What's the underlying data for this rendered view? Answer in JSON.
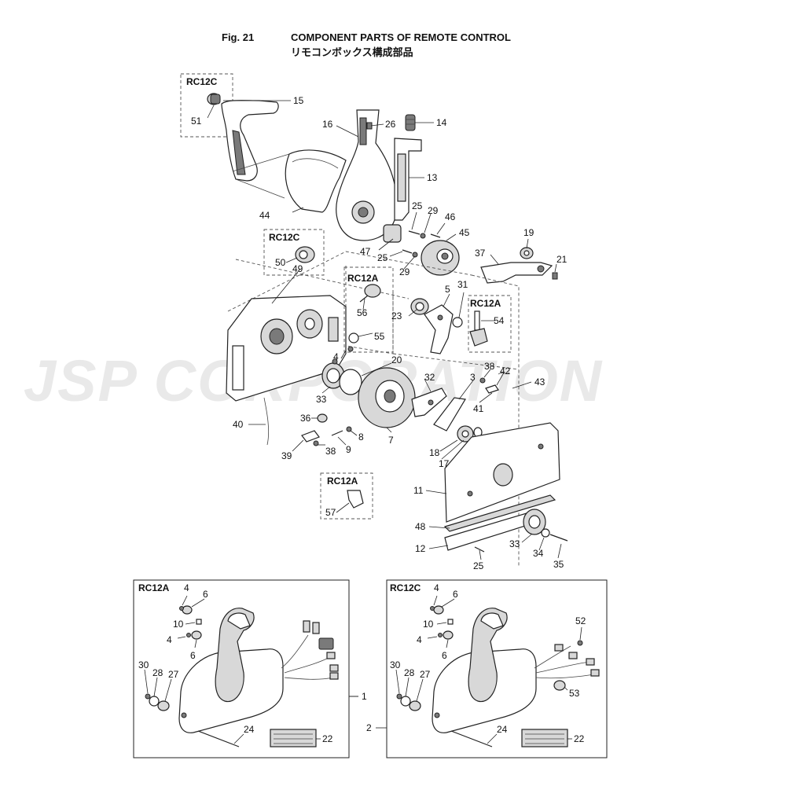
{
  "header": {
    "fig": "Fig. 21",
    "title_en": "COMPONENT PARTS OF REMOTE CONTROL",
    "title_jp": "リモコンボックス構成部品"
  },
  "watermark": "JSP CORPORATION",
  "variants": {
    "rc12c": "RC12C",
    "rc12a": "RC12A"
  },
  "parts": {
    "p1": "1",
    "p2": "2",
    "p3": "3",
    "p4": "4",
    "p5": "5",
    "p6": "6",
    "p7": "7",
    "p8": "8",
    "p9": "9",
    "p10": "10",
    "p11": "11",
    "p12": "12",
    "p13": "13",
    "p14": "14",
    "p15": "15",
    "p16": "16",
    "p17": "17",
    "p18": "18",
    "p19": "19",
    "p20": "20",
    "p21": "21",
    "p22": "22",
    "p23": "23",
    "p24": "24",
    "p25": "25",
    "p26": "26",
    "p27": "27",
    "p28": "28",
    "p29": "29",
    "p30": "30",
    "p31": "31",
    "p32": "32",
    "p33": "33",
    "p34": "34",
    "p35": "35",
    "p36": "36",
    "p37": "37",
    "p38": "38",
    "p39": "39",
    "p40": "40",
    "p41": "41",
    "p42": "42",
    "p43": "43",
    "p44": "44",
    "p45": "45",
    "p46": "46",
    "p47": "47",
    "p48": "48",
    "p49": "49",
    "p50": "50",
    "p51": "51",
    "p52": "52",
    "p53": "53",
    "p54": "54",
    "p55": "55",
    "p56": "56",
    "p57": "57"
  }
}
